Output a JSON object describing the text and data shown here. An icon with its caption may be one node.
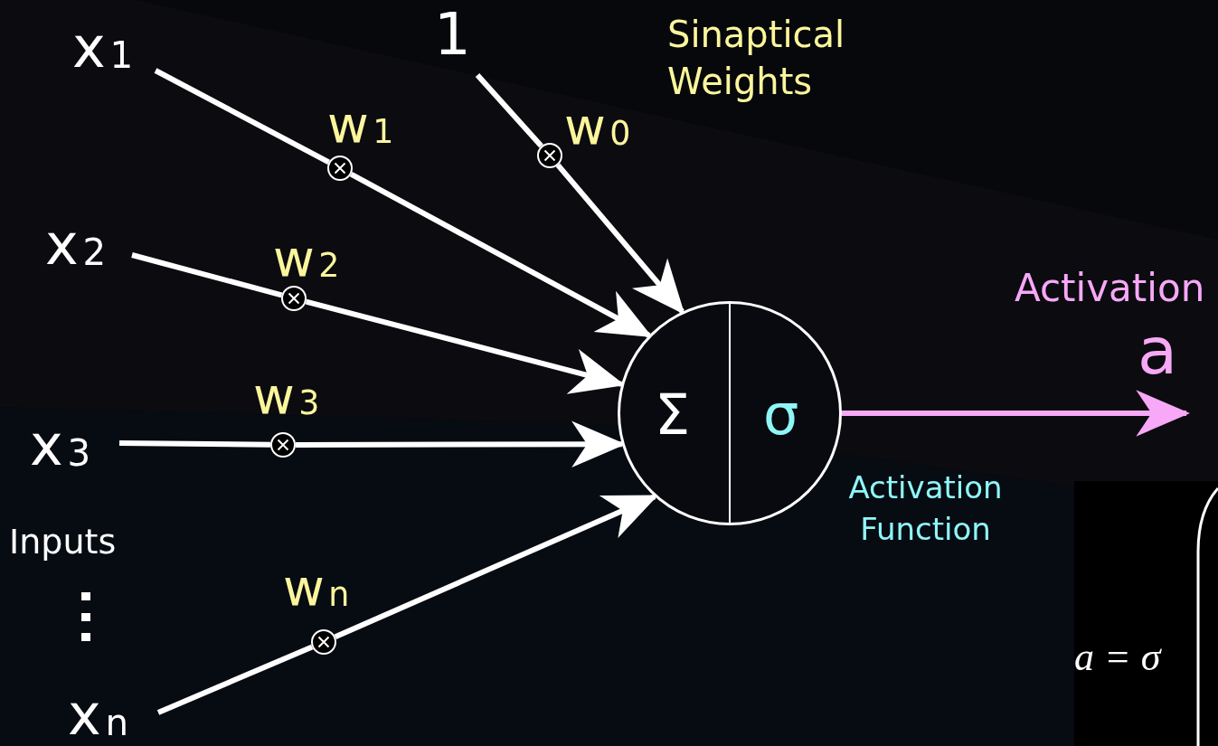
{
  "diagram": {
    "nodes": [
      {
        "text": [
          "x$_{1}$"
        ]
      },
      {
        "text": [
          "1"
        ]
      },
      {
        "text": [],
        "shape": "circle",
        "beside": [
          "w$_{1}$"
        ]
      },
      {
        "text": [],
        "shape": "circle",
        "beside": [
          "w$_{0}$"
        ]
      },
      {
        "text": [
          "x$_{2}$"
        ]
      },
      {
        "text": [],
        "shape": "circle",
        "beside": [
          "w$_{2}$"
        ]
      },
      {
        "text": [
          "x$_{3}$"
        ]
      },
      {
        "text": [],
        "shape": "circle",
        "beside": [
          "w$_{3}$"
        ]
      },
      {
        "text": [
          "x$_{n}$"
        ]
      },
      {
        "text": [],
        "shape": "circle",
        "beside": [
          "w$_{n}$"
        ]
      },
      {
        "text": [
          "Σ",
          "σ"
        ],
        "beside": [
          "Activation Function"
        ]
      }
    ],
    "edges": [
      {
        "from": 0,
        "to": 2,
        "arrow": "none"
      },
      {
        "from": 2,
        "to": 10,
        "arrow": "to"
      },
      {
        "from": 1,
        "to": 3,
        "arrow": "none"
      },
      {
        "from": 3,
        "to": 10,
        "arrow": "to"
      },
      {
        "from": 4,
        "to": 5,
        "arrow": "none"
      },
      {
        "from": 5,
        "to": 10,
        "arrow": "to"
      },
      {
        "from": 6,
        "to": 7,
        "arrow": "none"
      },
      {
        "from": 7,
        "to": 10,
        "arrow": "to"
      },
      {
        "from": 8,
        "to": 9,
        "arrow": "none"
      },
      {
        "from": 9,
        "to": 10,
        "arrow": "to"
      },
      {
        "from": 10,
        "to": null,
        "arrow": "to",
        "color": "#f7a8f7"
      }
    ],
    "labels": [
      "Sinaptical Weights",
      "Activation",
      "a",
      "Inputs",
      "a = σ"
    ]
  }
}
